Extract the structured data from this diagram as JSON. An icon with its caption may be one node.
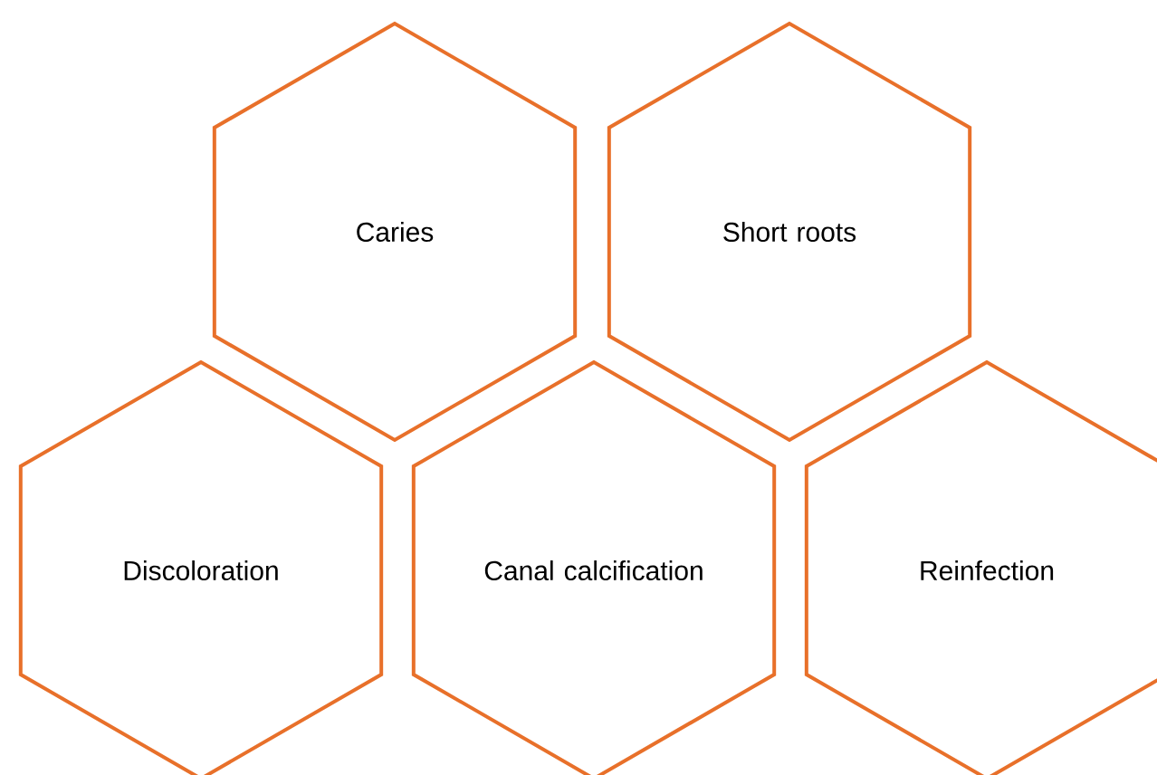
{
  "diagram": {
    "nodes": [
      {
        "text": [
          "Caries"
        ]
      },
      {
        "text": [
          "Short roots"
        ]
      },
      {
        "text": [
          "Discoloration"
        ]
      },
      {
        "text": [
          "Canal calcification"
        ]
      },
      {
        "text": [
          "Reinfection"
        ]
      }
    ]
  }
}
